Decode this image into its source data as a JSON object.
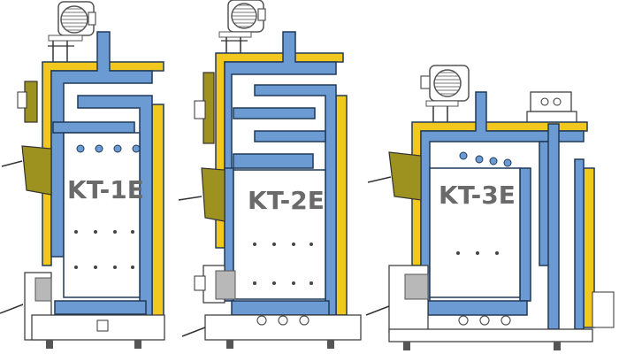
{
  "boilers": [
    {
      "id": "kt1e",
      "label": "KT-1E"
    },
    {
      "id": "kt2e",
      "label": "KT-2E"
    },
    {
      "id": "kt3e",
      "label": "KT-3E"
    }
  ],
  "colors": {
    "water_jacket": "#6b9bd2",
    "insulation": "#f2c81e",
    "outline": "#1f3a5a",
    "door": "#9d9120",
    "ash_box": "#b8b8b8",
    "text": "#6a6a6a"
  },
  "icons": [
    "fan-icon",
    "door-icon",
    "ash-drawer-icon",
    "thermostat-icon"
  ]
}
